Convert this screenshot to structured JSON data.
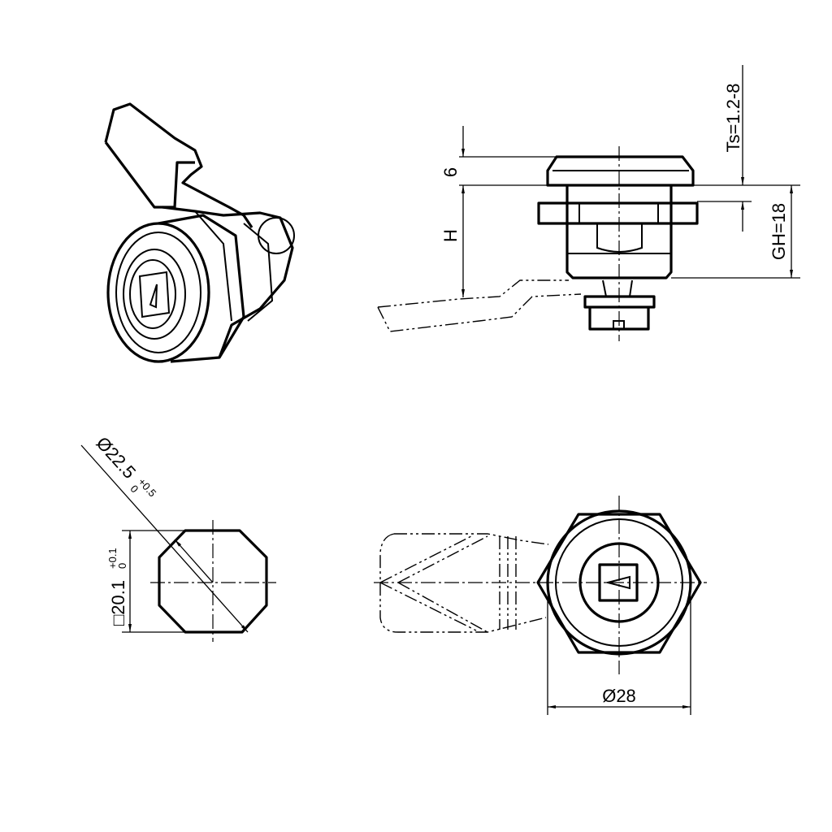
{
  "dimensions": {
    "top_height": "6",
    "height": "H",
    "panel_thickness": "Ts=1.2-8",
    "grip_height": "GH=18",
    "cutout_diameter": "Ø22.5",
    "cutout_diameter_tol_upper": "+0.5",
    "cutout_diameter_tol_lower": "0",
    "cutout_square": "□20.1",
    "cutout_square_tol_upper": "+0.1",
    "cutout_square_tol_lower": "0",
    "body_diameter": "Ø28"
  }
}
